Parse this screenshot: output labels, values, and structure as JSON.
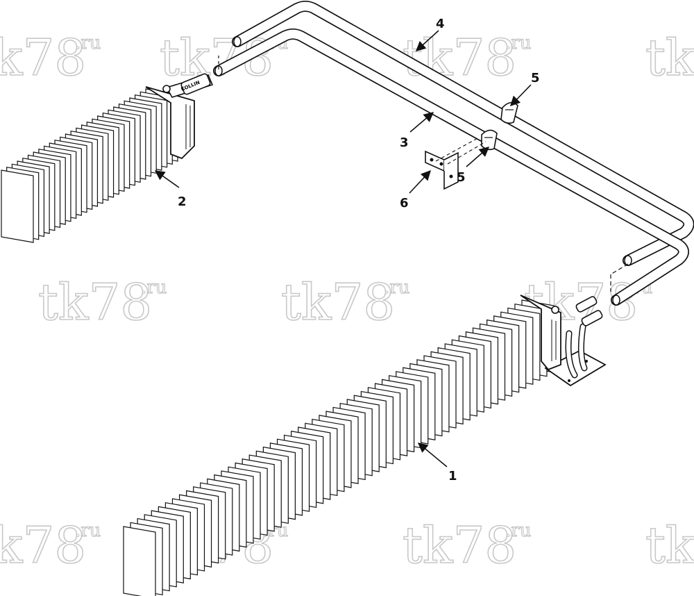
{
  "watermark": {
    "text": "tk78",
    "suffix": ".ru"
  },
  "labels": [
    "1",
    "2",
    "3",
    "4",
    "5",
    "5",
    "6"
  ],
  "brand_text": "KOLLIN"
}
